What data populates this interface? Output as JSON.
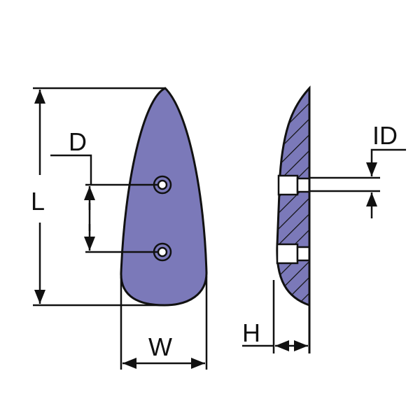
{
  "labels": {
    "length": "L",
    "distance": "D",
    "width": "W",
    "inner_diameter": "ID",
    "height": "H"
  },
  "colors": {
    "body": "#7b79b9",
    "line": "#111111"
  }
}
